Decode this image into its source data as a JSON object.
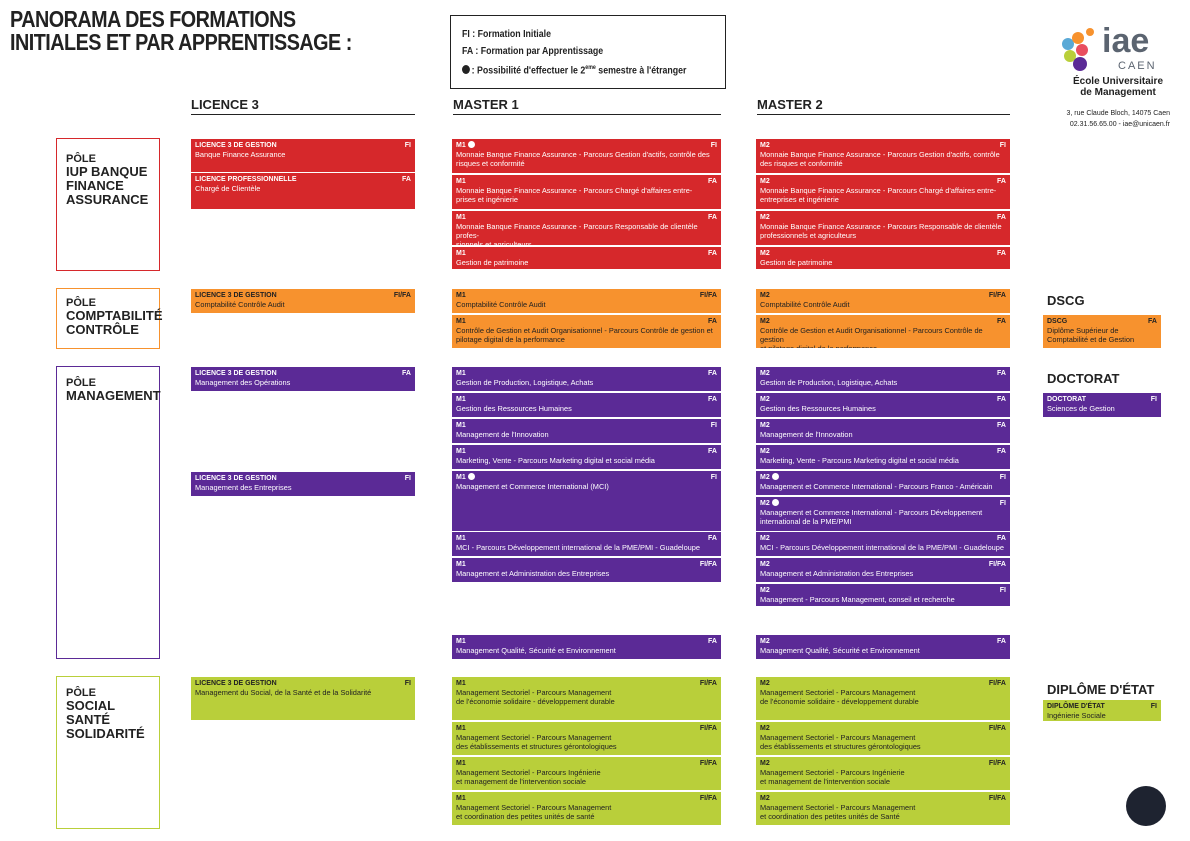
{
  "title": "PANORAMA DES FORMATIONS\nINITIALES ET PAR APPRENTISSAGE :",
  "legend": {
    "fi": "FI : Formation Initiale",
    "fa": "FA : Formation par Apprentissage",
    "abroad_prefix": ": Possibilité d'effectuer le 2",
    "abroad_sup": "ème",
    "abroad_suffix": " semestre à l'étranger"
  },
  "logo": {
    "word": "iae",
    "city": "CAEN",
    "school": "École Universitaire\nde Management",
    "address": "3, rue Claude Bloch, 14075 Caen",
    "contact": "02.31.56.65.00 - iae@unicaen.fr"
  },
  "columns": {
    "l3": "LICENCE 3",
    "m1": "MASTER 1",
    "m2": "MASTER 2"
  },
  "poles": [
    {
      "pre": "PÔLE",
      "name": "IUP BANQUE\nFINANCE\nASSURANCE",
      "color": "#d6282b"
    },
    {
      "pre": "PÔLE",
      "name": "COMPTABILITÉ\nCONTRÔLE",
      "color": "#f7922e"
    },
    {
      "pre": "PÔLE",
      "name": "MANAGEMENT",
      "color": "#5b2a96"
    },
    {
      "pre": "PÔLE",
      "name": "SOCIAL\nSANTÉ\nSOLIDARITÉ",
      "color": "#b9cf3a"
    }
  ],
  "cards": [
    {
      "lvl": "LICENCE 3 DE GESTION",
      "type": "FI",
      "ttl": "Banque Finance Assurance"
    },
    {
      "lvl": "LICENCE PROFESSIONNELLE",
      "type": "FA",
      "ttl": "Chargé de Clientèle"
    },
    {
      "lvl": "M1",
      "type": "FI",
      "ttl": "Monnaie Banque Finance Assurance - Parcours Gestion d'actifs, contrôle des\nrisques et conformité"
    },
    {
      "lvl": "M1",
      "type": "FA",
      "ttl": "Monnaie Banque Finance Assurance - Parcours Chargé d'affaires entre-\nprises et ingénierie"
    },
    {
      "lvl": "M1",
      "type": "FA",
      "ttl": "Monnaie Banque Finance Assurance - Parcours Responsable de clientèle profes-\nsionnels et agriculteurs"
    },
    {
      "lvl": "M1",
      "type": "FA",
      "ttl": "Gestion de patrimoine"
    },
    {
      "lvl": "M2",
      "type": "FI",
      "ttl": "Monnaie Banque Finance Assurance - Parcours Gestion d'actifs, contrôle\ndes risques et conformité"
    },
    {
      "lvl": "M2",
      "type": "FA",
      "ttl": "Monnaie Banque Finance Assurance - Parcours Chargé d'affaires entre-\nentreprises et ingénierie"
    },
    {
      "lvl": "M2",
      "type": "FA",
      "ttl": "Monnaie Banque Finance Assurance - Parcours Responsable de clientèle\nprofessionnels et agriculteurs"
    },
    {
      "lvl": "M2",
      "type": "FA",
      "ttl": "Gestion de patrimoine"
    },
    {
      "lvl": "LICENCE 3 DE GESTION",
      "type": "FI/FA",
      "ttl": "Comptabilité Contrôle Audit"
    },
    {
      "lvl": "M1",
      "type": "FI/FA",
      "ttl": "Comptabilité Contrôle Audit"
    },
    {
      "lvl": "M1",
      "type": "FA",
      "ttl": "Contrôle de Gestion et Audit Organisationnel - Parcours Contrôle de gestion et\npilotage digital de la performance"
    },
    {
      "lvl": "M2",
      "type": "FI/FA",
      "ttl": "Comptabilité Contrôle Audit"
    },
    {
      "lvl": "M2",
      "type": "FA",
      "ttl": "Contrôle de Gestion et Audit Organisationnel - Parcours Contrôle de gestion\net pilotage digital de la performance"
    },
    {
      "lvl": "DSCG",
      "type": "FA",
      "ttl": "Diplôme Supérieur de\nComptabilité et de Gestion"
    },
    {
      "lvl": "LICENCE 3 DE GESTION",
      "type": "FA",
      "ttl": "Management des Opérations"
    },
    {
      "lvl": "LICENCE 3 DE GESTION",
      "type": "FI",
      "ttl": "Management des Entreprises"
    },
    {
      "lvl": "M1",
      "type": "FA",
      "ttl": "Gestion de Production, Logistique, Achats"
    },
    {
      "lvl": "M1",
      "type": "FA",
      "ttl": "Gestion des Ressources Humaines"
    },
    {
      "lvl": "M1",
      "type": "FI",
      "ttl": "Management de l'Innovation"
    },
    {
      "lvl": "M1",
      "type": "FA",
      "ttl": "Marketing, Vente - Parcours Marketing digital et social média"
    },
    {
      "lvl": "M1",
      "type": "FI",
      "ttl": "Management et Commerce International (MCI)"
    },
    {
      "lvl": "M1",
      "type": "FA",
      "ttl": "MCI - Parcours Développement international de la PME/PMI - Guadeloupe"
    },
    {
      "lvl": "M1",
      "type": "FI/FA",
      "ttl": "Management et Administration des Entreprises"
    },
    {
      "lvl": "M1",
      "type": "FA",
      "ttl": "Management Qualité, Sécurité et Environnement"
    },
    {
      "lvl": "M2",
      "type": "FA",
      "ttl": "Gestion de Production, Logistique, Achats"
    },
    {
      "lvl": "M2",
      "type": "FA",
      "ttl": "Gestion des Ressources Humaines"
    },
    {
      "lvl": "M2",
      "type": "FA",
      "ttl": "Management de l'Innovation"
    },
    {
      "lvl": "M2",
      "type": "FA",
      "ttl": "Marketing, Vente - Parcours Marketing digital et social média"
    },
    {
      "lvl": "M2",
      "type": "FI",
      "ttl": "Management et Commerce International - Parcours Franco - Américain"
    },
    {
      "lvl": "M2",
      "type": "FI",
      "ttl": "Management et Commerce International - Parcours Développement\ninternational de la PME/PMI"
    },
    {
      "lvl": "M2",
      "type": "FA",
      "ttl": "MCI - Parcours Développement international de la PME/PMI - Guadeloupe"
    },
    {
      "lvl": "M2",
      "type": "FI/FA",
      "ttl": "Management et Administration des Entreprises"
    },
    {
      "lvl": "M2",
      "type": "FI",
      "ttl": "Management - Parcours Management, conseil et recherche"
    },
    {
      "lvl": "M2",
      "type": "FA",
      "ttl": "Management Qualité, Sécurité et Environnement"
    },
    {
      "lvl": "DOCTORAT",
      "type": "FI",
      "ttl": "Sciences de Gestion"
    },
    {
      "lvl": "LICENCE 3 DE GESTION",
      "type": "FI",
      "ttl": "Management du Social, de la Santé et de la Solidarité"
    },
    {
      "lvl": "M1",
      "type": "FI/FA",
      "ttl": "Management Sectoriel - Parcours Management\nde l'économie solidaire - développement durable"
    },
    {
      "lvl": "M1",
      "type": "FI/FA",
      "ttl": "Management Sectoriel - Parcours Management\ndes établissements et structures gérontologiques"
    },
    {
      "lvl": "M1",
      "type": "FI/FA",
      "ttl": "Management Sectoriel - Parcours Ingénierie\net management de l'intervention sociale"
    },
    {
      "lvl": "M1",
      "type": "FI/FA",
      "ttl": "Management Sectoriel - Parcours Management\net coordination des petites unités de santé"
    },
    {
      "lvl": "M2",
      "type": "FI/FA",
      "ttl": "Management Sectoriel - Parcours Management\nde l'économie solidaire - développement durable"
    },
    {
      "lvl": "M2",
      "type": "FI/FA",
      "ttl": "Management Sectoriel - Parcours Management\ndes établissements et structures gérontologiques"
    },
    {
      "lvl": "M2",
      "type": "FI/FA",
      "ttl": "Management Sectoriel - Parcours Ingénierie\net management de l'intervention sociale"
    },
    {
      "lvl": "M2",
      "type": "FI/FA",
      "ttl": "Management Sectoriel - Parcours Management\net coordination des petites unités de Santé"
    },
    {
      "lvl": "DIPLÔME D'ÉTAT",
      "type": "FI",
      "ttl": "Ingénierie Sociale"
    }
  ],
  "side_titles": {
    "dscg": "DSCG",
    "doctorat": "DOCTORAT",
    "de": "DIPLÔME D'ÉTAT"
  },
  "colors": {
    "red": "#d6282b",
    "orange": "#f7922e",
    "purple": "#5b2a96",
    "green": "#b9cf3a"
  }
}
